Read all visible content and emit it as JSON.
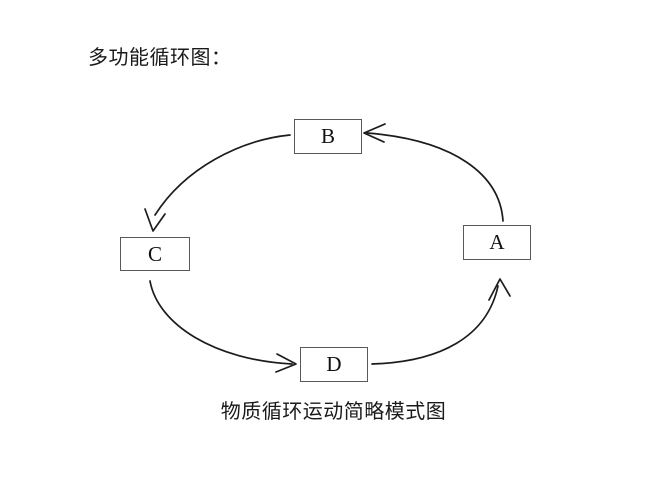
{
  "page": {
    "title": "多功能循环图：",
    "caption": "物质循环运动简略模式图",
    "background_color": "#ffffff",
    "ink_color": "#1c1c1c",
    "box_border_color": "#59595b"
  },
  "diagram": {
    "type": "cycle",
    "node_count": 4,
    "nodes": [
      {
        "id": "B",
        "label": "B",
        "position": "top"
      },
      {
        "id": "C",
        "label": "C",
        "position": "left"
      },
      {
        "id": "D",
        "label": "D",
        "position": "bottom"
      },
      {
        "id": "A",
        "label": "A",
        "position": "right"
      }
    ],
    "edges": [
      {
        "from": "B",
        "to": "C",
        "direction": "counterclockwise",
        "arrow": "C-top"
      },
      {
        "from": "C",
        "to": "D",
        "direction": "counterclockwise",
        "arrow": "D-left"
      },
      {
        "from": "D",
        "to": "A",
        "direction": "counterclockwise",
        "arrow": "A-bottom"
      },
      {
        "from": "A",
        "to": "B",
        "direction": "counterclockwise",
        "arrow": "B-right"
      }
    ]
  }
}
